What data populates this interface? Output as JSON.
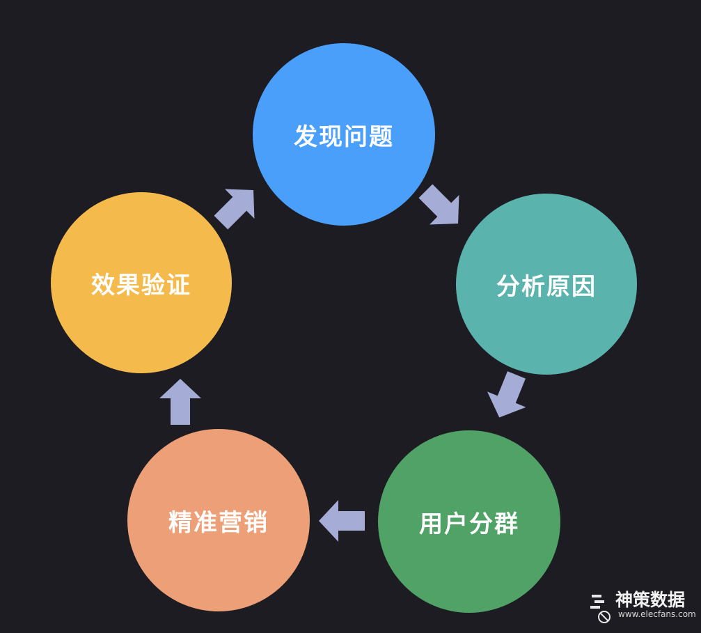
{
  "colors": {
    "background": "#1c1c22",
    "discover": "#4a9ffa",
    "analyze": "#5ab3ad",
    "segment": "#50a266",
    "marketing": "#ed9f77",
    "verify": "#f4ba4c",
    "arrow": "#a5acd6"
  },
  "nodes": {
    "discover": "发现问题",
    "analyze": "分析原因",
    "segment": "用户分群",
    "marketing": "精准营销",
    "verify": "效果验证"
  },
  "watermark": {
    "title": "神策数据",
    "url": "www.elecfans.com"
  }
}
